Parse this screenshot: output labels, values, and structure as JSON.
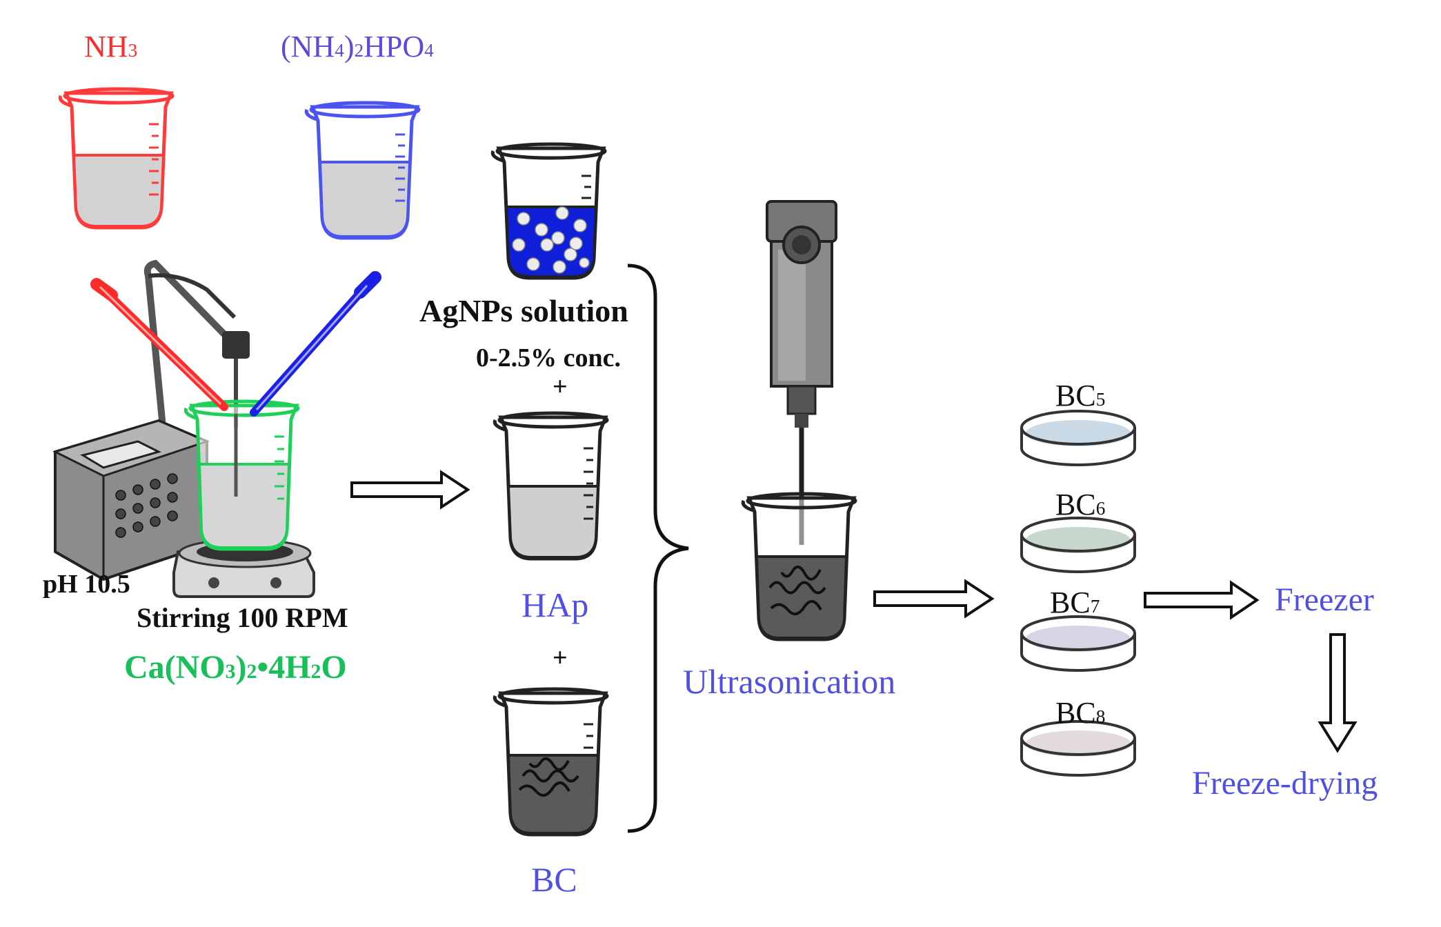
{
  "colors": {
    "nh3": "#ff2a2a",
    "phosphate": "#5a4ae0",
    "calcium": "#19c05a",
    "process": "#4f4fe6",
    "text": "#111111",
    "blue_solution": "#1020d8",
    "grey_liquid": "#c8c8c8",
    "dark_liquid": "#5a5a5a"
  },
  "reagents": {
    "nh3": {
      "main": "NH",
      "sub": "3"
    },
    "phosphate": {
      "p1": "(NH",
      "s1": "4",
      "p2": ")",
      "s2": "2",
      "p3": "HPO",
      "s3": "4"
    },
    "calcium": {
      "p1": "Ca(NO",
      "s1": "3",
      "p2": ")",
      "s2": "2",
      "p3": "•4H",
      "s3": "2",
      "p4": "O"
    }
  },
  "left_station": {
    "ph_label": "pH 10.5",
    "stirring_label": "Stirring 100 RPM"
  },
  "mixture": {
    "agnps_label": "AgNPs solution",
    "conc_label": "0-2.5% conc.",
    "plus_1": "+",
    "hap_label": "HAp",
    "plus_2": "+",
    "bc_label": "BC"
  },
  "process": {
    "ultrasonication_label": "Ultrasonication",
    "freezer_label": "Freezer",
    "freeze_drying_label": "Freeze-drying"
  },
  "samples": [
    {
      "main": "BC",
      "sub": "5",
      "fill": "#c9d9e6"
    },
    {
      "main": "BC",
      "sub": "6",
      "fill": "#c7d7cc"
    },
    {
      "main": "BC",
      "sub": "7",
      "fill": "#d9d3e6"
    },
    {
      "main": "BC",
      "sub": "8",
      "fill": "#e3dadd"
    }
  ],
  "icons": [
    "beaker-icon",
    "pipette-icon",
    "ph-meter-icon",
    "hotplate-stirrer-icon",
    "sonicator-probe-icon",
    "petri-dish-icon",
    "arrow-right-icon",
    "arrow-down-icon",
    "curly-brace-icon",
    "nanoparticle-icon"
  ]
}
